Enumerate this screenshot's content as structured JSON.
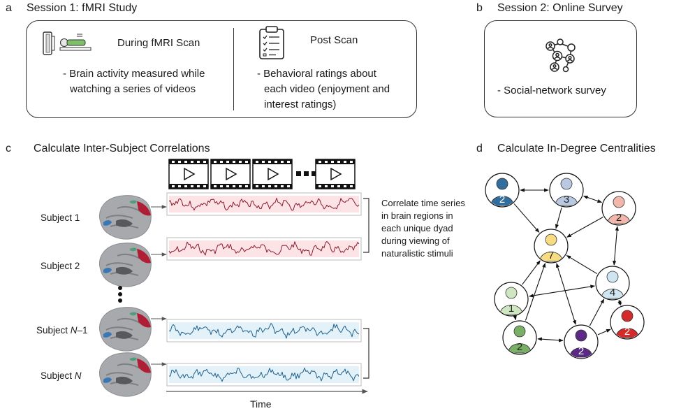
{
  "panel_a": {
    "letter": "a",
    "title": "Session 1: fMRI Study",
    "during": {
      "heading": "During fMRI Scan",
      "line1": "- Brain activity measured while",
      "line2": "watching a series of videos"
    },
    "post": {
      "heading": "Post Scan",
      "line1": "- Behavioral ratings about",
      "line2": "each video (enjoyment and",
      "line3": "interest ratings)"
    },
    "icons": [
      "fmri-scanner-icon",
      "clipboard-icon"
    ]
  },
  "panel_b": {
    "letter": "b",
    "title": "Session 2: Online Survey",
    "line1": "- Social-network survey",
    "icons": [
      "social-network-icon"
    ]
  },
  "panel_c": {
    "letter": "c",
    "title": "Calculate Inter-Subject Correlations",
    "subjects": [
      "Subject 1",
      "Subject 2",
      "Subject N–1",
      "Subject N"
    ],
    "subject_italic": [
      "",
      "",
      "N",
      "N"
    ],
    "subject_prefix": [
      "Subject 1",
      "Subject 2",
      "Subject ",
      "Subject "
    ],
    "subject_suffix": [
      "",
      "",
      "–1",
      ""
    ],
    "note_lines": [
      "Correlate time series",
      "in brain regions in",
      "each unique dyad",
      "during viewing of",
      "naturalistic stimuli"
    ],
    "x_axis_label": "Time",
    "colors": {
      "red_series": "#8b1a2b",
      "red_bg": "#fbe3e6",
      "blue_series": "#1f5f8b",
      "blue_bg": "#e3f1f8",
      "roi": "#b01e35"
    }
  },
  "panel_d": {
    "letter": "d",
    "title": "Calculate In-Degree Centralities",
    "nodes": [
      {
        "id": "n1",
        "label": "2",
        "color": "#2f6e9e"
      },
      {
        "id": "n2",
        "label": "3",
        "color": "#b9c9e2"
      },
      {
        "id": "n3",
        "label": "2",
        "color": "#f2b6aa"
      },
      {
        "id": "n4",
        "label": "7",
        "color": "#f7dc82"
      },
      {
        "id": "n5",
        "label": "4",
        "color": "#cfe6f2"
      },
      {
        "id": "n6",
        "label": "1",
        "color": "#cfe7c0"
      },
      {
        "id": "n7",
        "label": "2",
        "color": "#79b065"
      },
      {
        "id": "n8",
        "label": "2",
        "color": "#5a2a86"
      },
      {
        "id": "n9",
        "label": "2",
        "color": "#d42a2a"
      }
    ]
  }
}
